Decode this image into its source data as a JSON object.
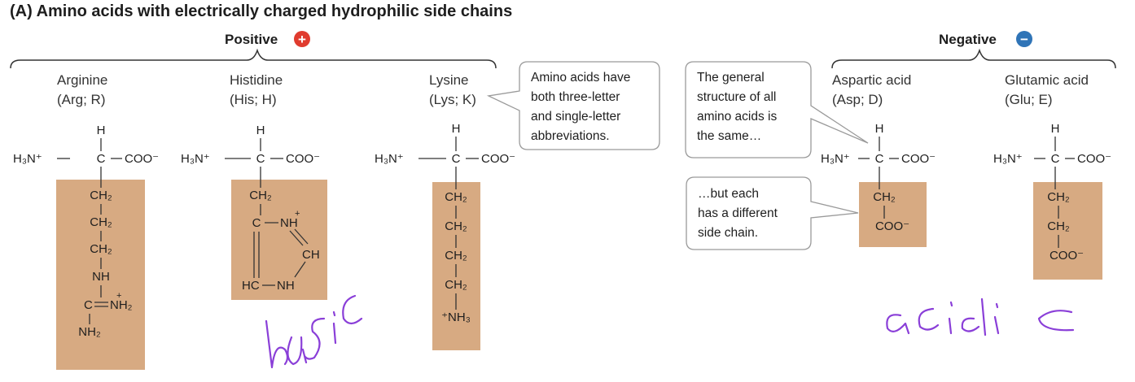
{
  "header": {
    "title": "(A) Amino acids with electrically charged hydrophilic side chains",
    "positive_label": "Positive",
    "negative_label": "Negative",
    "positive_sign": "+",
    "negative_sign": "−"
  },
  "colors": {
    "positive_icon": "#e03b2e",
    "negative_icon": "#2f74b7",
    "side_chain_box": "#d7aa82",
    "handwriting": "#8a3fd8"
  },
  "amino_acids": {
    "arginine": {
      "name": "Arginine",
      "abbr": "(Arg; R)",
      "chain": [
        "CH₂",
        "CH₂",
        "CH₂",
        "NH",
        "C",
        "NH₂",
        "NH₂"
      ]
    },
    "histidine": {
      "name": "Histidine",
      "abbr": "(His; H)",
      "chain": [
        "CH₂",
        "C",
        "NH",
        "CH",
        "HC",
        "NH"
      ]
    },
    "lysine": {
      "name": "Lysine",
      "abbr": "(Lys; K)",
      "chain": [
        "CH₂",
        "CH₂",
        "CH₂",
        "CH₂",
        "⁺NH₃"
      ]
    },
    "aspartic_acid": {
      "name": "Aspartic acid",
      "abbr": "(Asp; D)",
      "chain": [
        "CH₂",
        "COO⁻"
      ]
    },
    "glutamic_acid": {
      "name": "Glutamic acid",
      "abbr": "(Glu; E)",
      "chain": [
        "CH₂",
        "CH₂",
        "COO⁻"
      ]
    }
  },
  "backbone": {
    "h": "H",
    "amine": "H₃N⁺",
    "alpha_c": "C",
    "carboxyl": "COO⁻",
    "plus": "+"
  },
  "callouts": {
    "abbreviations": [
      "Amino acids have",
      "both three-letter",
      "and single-letter",
      "abbreviations."
    ],
    "general_structure": [
      "The general",
      "structure of all",
      "amino acids is",
      "the same…"
    ],
    "side_chain": [
      "…but each",
      "has a different",
      "side chain."
    ]
  },
  "annotations": {
    "basic": "basic",
    "acidic": "acidic"
  }
}
